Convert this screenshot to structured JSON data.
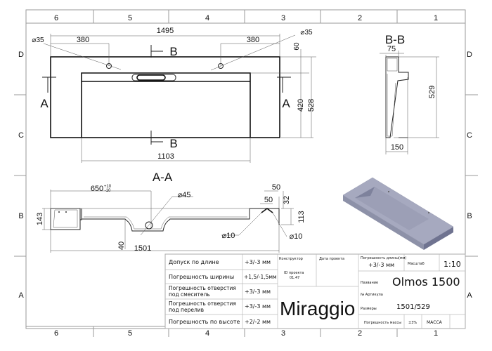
{
  "grid": {
    "columns": [
      "6",
      "5",
      "4",
      "3",
      "2",
      "1"
    ],
    "rows": [
      "D",
      "C",
      "B",
      "A"
    ]
  },
  "top_view": {
    "dim_total_width": "1495",
    "dim_hole_left": "380",
    "dim_hole_right": "380",
    "hole_left_dia": "⌀35",
    "hole_right_dia": "⌀35",
    "dim_hole_offset": "60",
    "dim_basin_depth": "420",
    "dim_total_depth": "528",
    "dim_basin_width": "1103",
    "section_a": "A",
    "section_b": "B"
  },
  "section_aa": {
    "title": "A-A",
    "dim_drain_pos": "650",
    "tol_plus": "+10",
    "tol_minus": "-10",
    "drain_dia": "⌀45",
    "dim_height": "143",
    "dim_drop": "40",
    "dim_length": "1501",
    "dim_50_top": "50",
    "dim_50": "50",
    "dim_32": "32",
    "dim_113": "113",
    "hole1_dia": "⌀10",
    "hole2_dia": "⌀10"
  },
  "section_bb": {
    "title": "B-B",
    "dim_top": "75",
    "dim_height": "529",
    "dim_depth": "150"
  },
  "title_block": {
    "tolerances": [
      {
        "label": "Допуск по длине",
        "value": "+3/-3 мм"
      },
      {
        "label": "Погрешность ширины",
        "value": "+1,5/-1,5мм"
      },
      {
        "label": "Погрешность отверстия под смеситель",
        "value": "+3/-3 мм"
      },
      {
        "label": "Погрешность отверстия под перелив",
        "value": "+3/-3 мм"
      },
      {
        "label": "Погрешность по высоте",
        "value": "+2/-2 мм"
      }
    ],
    "constructor_label": "Конструктор",
    "date_label": "Дата проекта",
    "project_id_label": "ID проекта",
    "project_id": "01.47",
    "brand": "Miraggio",
    "length_tol_label": "Погрешность длины(мм)",
    "length_tol": "+3/-3 мм",
    "scale_label": "Масштаб",
    "scale": "1:10",
    "name_label": "Название",
    "name": "Olmos 1500",
    "article_label": "№ Артикула",
    "size_label": "Размеры",
    "size": "1501/529",
    "mass_tol_label": "Погрешность массы",
    "mass_tol": "±3%",
    "mass_label": "МАССА"
  }
}
